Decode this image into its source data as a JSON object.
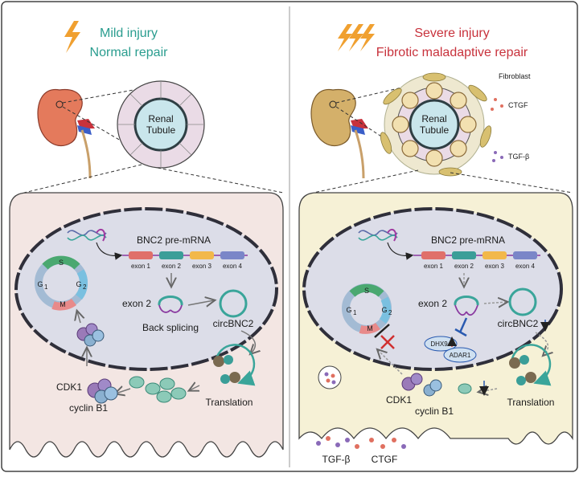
{
  "left_panel": {
    "title_line1": "Mild injury",
    "title_line2": "Normal repair",
    "tubule_label_1": "Renal",
    "tubule_label_2": "Tubule",
    "premrna_label": "BNC2 pre-mRNA",
    "exons": [
      "exon 1",
      "exon 2",
      "exon 3",
      "exon 4"
    ],
    "exon2_label": "exon 2",
    "back_splicing": "Back splicing",
    "circ_label": "circBNC2",
    "translation": "Translation",
    "cdk1": "CDK1",
    "cyclin": "cyclin B1",
    "cycle": {
      "s": "S",
      "g1": "G",
      "g1_sub": "1",
      "g2": "G",
      "g2_sub": "2",
      "m": "M"
    }
  },
  "right_panel": {
    "title_line1": "Severe injury",
    "title_line2": "Fibrotic maladaptive repair",
    "fibroblast": "Fibroblast",
    "ctgf": "CTGF",
    "tgfb": "TGF-β",
    "tubule_label_1": "Renal",
    "tubule_label_2": "Tubule",
    "premrna_label": "BNC2 pre-mRNA",
    "exons": [
      "exon 1",
      "exon 2",
      "exon 3",
      "exon 4"
    ],
    "exon2_label": "exon 2",
    "circ_label": "circBNC2",
    "dhx9": "DHX9",
    "adar1": "ADAR1",
    "translation": "Translation",
    "cdk1": "CDK1",
    "cyclin": "cyclin B1",
    "secreted_tgfb": "TGF-β",
    "secreted_ctgf": "CTGF",
    "cycle": {
      "s": "S",
      "g1": "G",
      "g1_sub": "1",
      "g2": "G",
      "g2_sub": "2",
      "m": "M"
    }
  },
  "colors": {
    "mild_title": "#2a9d8f",
    "severe_title": "#c8323c",
    "lightning": "#f0a030",
    "left_cell_bg": "#f3e6e3",
    "right_cell_bg": "#f6f1d6",
    "nucleus": "#dcdde8",
    "circ_rna": "#3aa59a",
    "exon1": "#e0706a",
    "exon2": "#3a9e98",
    "exon3": "#f2b84a",
    "exon4": "#7a86c8"
  }
}
